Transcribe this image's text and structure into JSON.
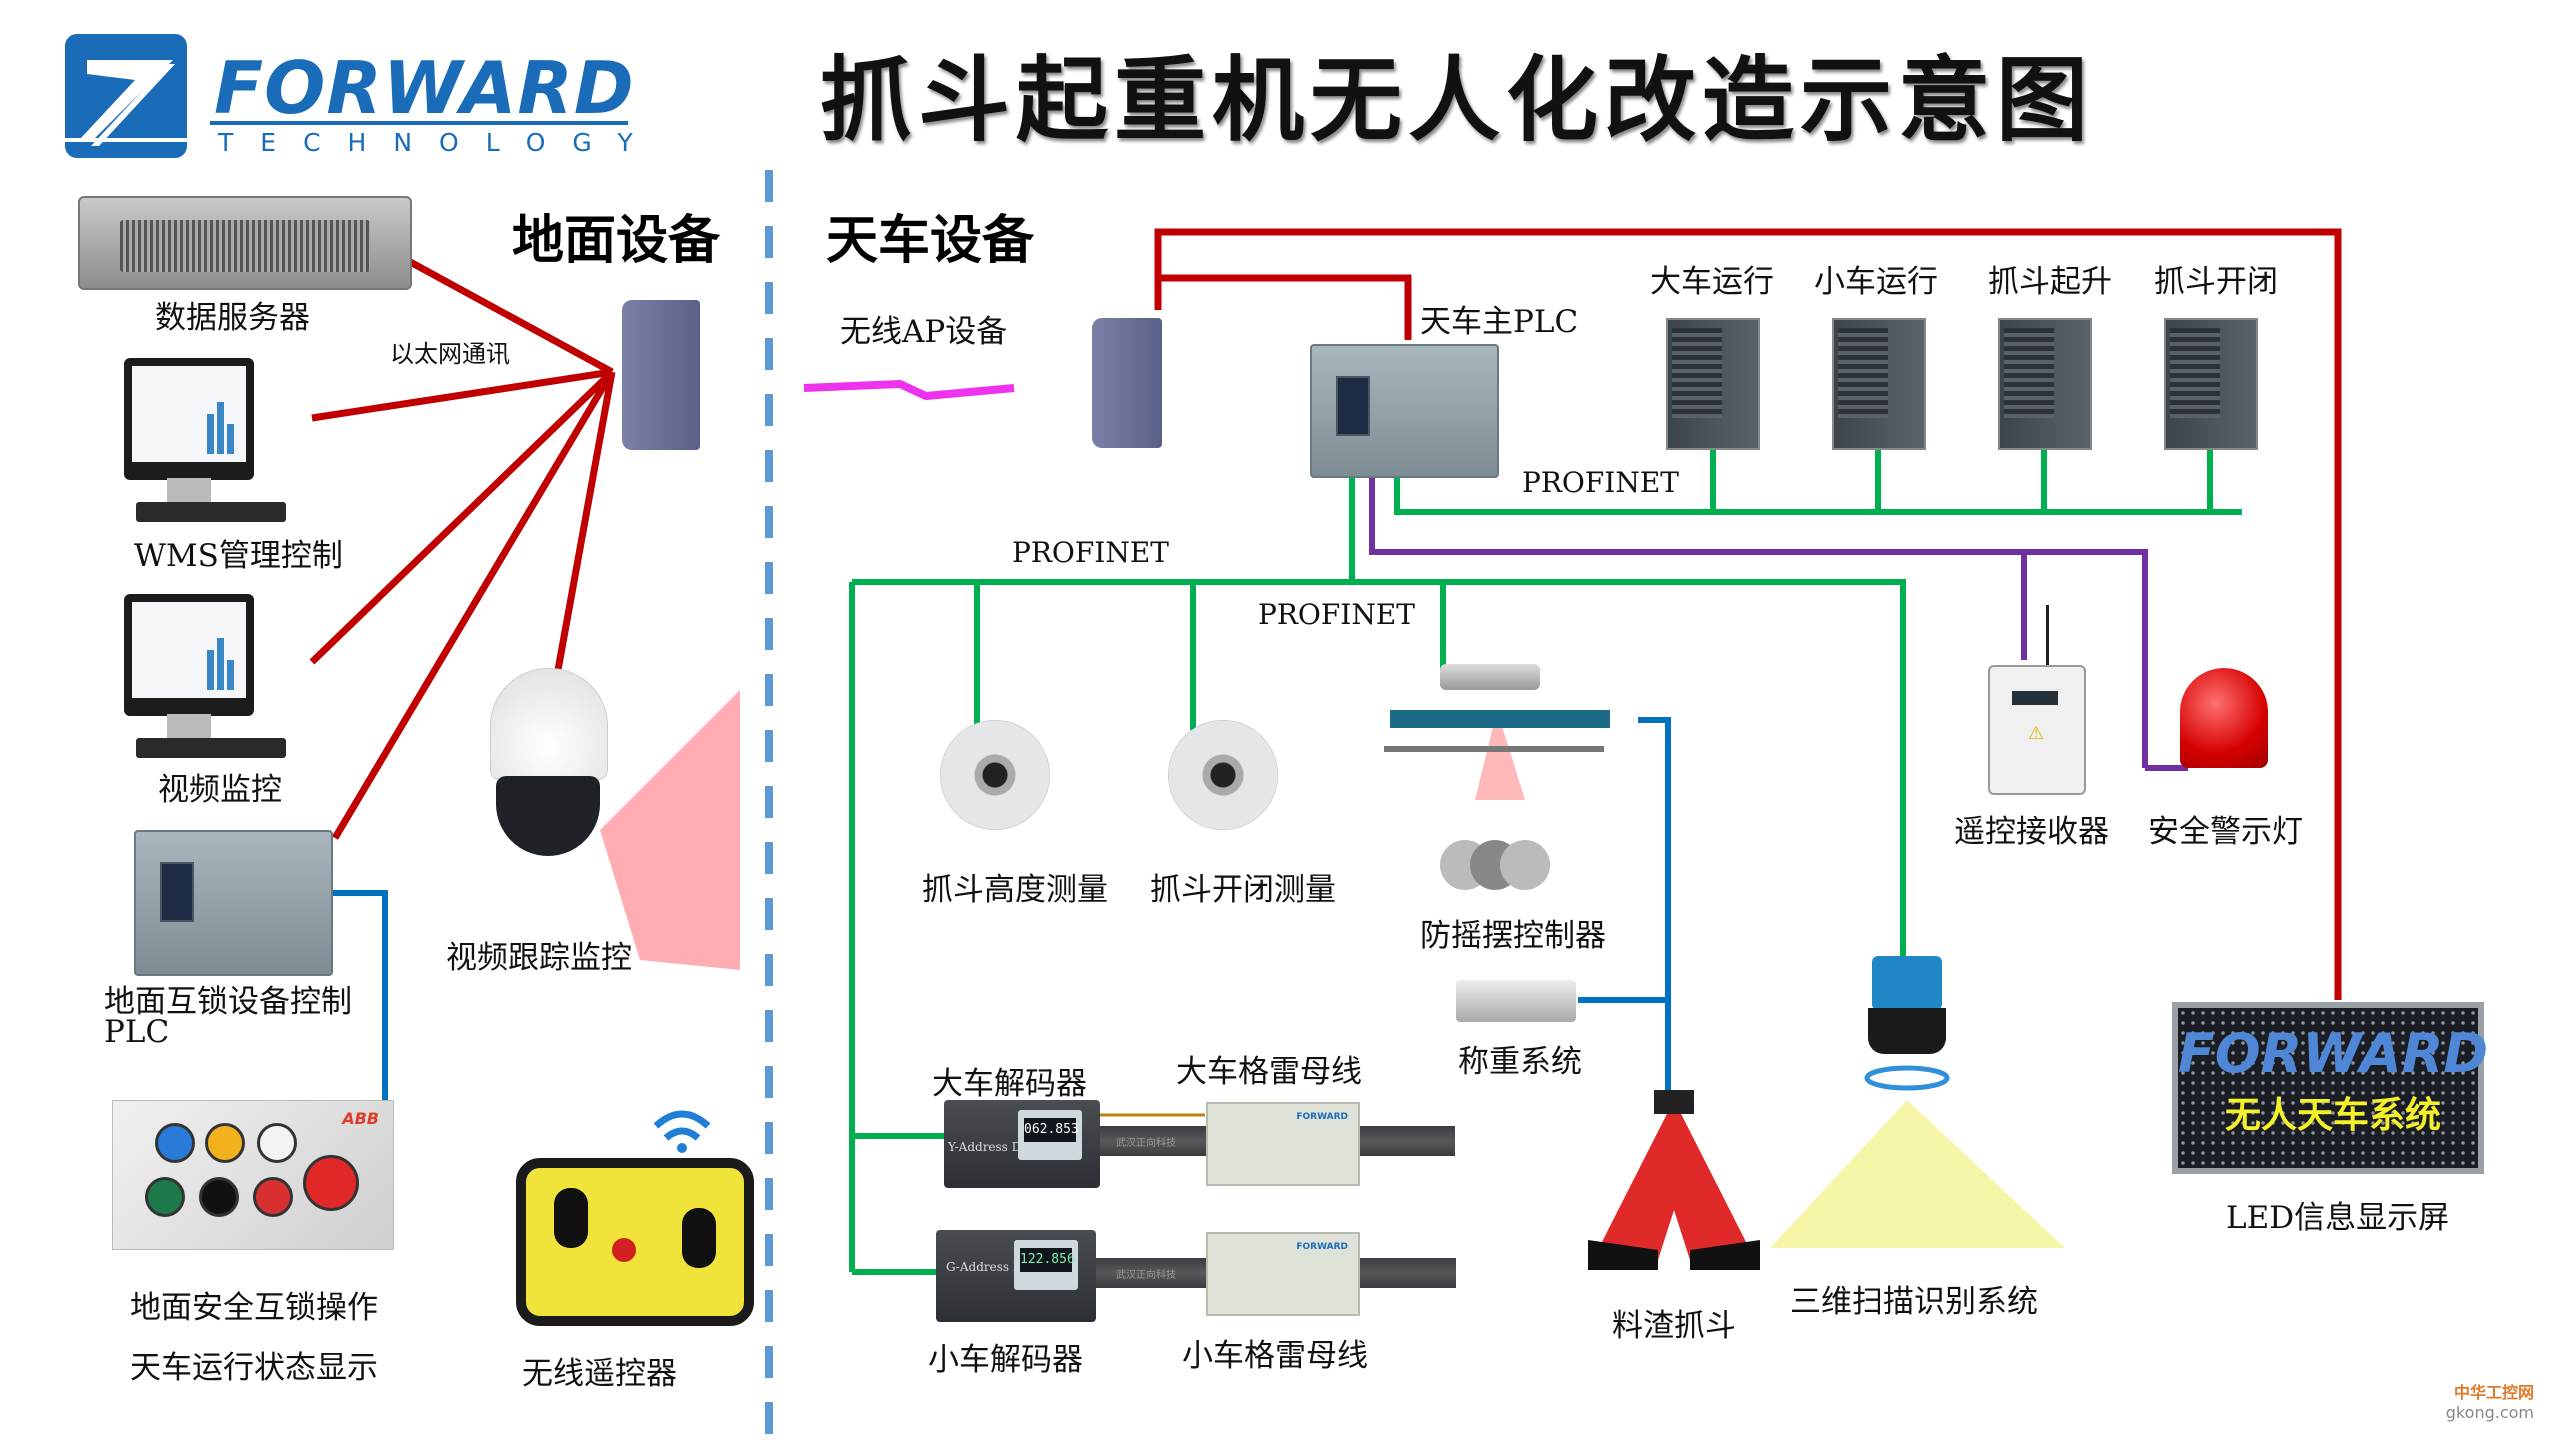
{
  "title": "抓斗起重机无人化改造示意图",
  "logo": {
    "brand": "FORWARD",
    "subtitle": "TECHNOLOGY"
  },
  "sections": {
    "ground": "地面设备",
    "crane": "天车设备"
  },
  "ground": {
    "data_server": "数据服务器",
    "ethernet_label": "以太网通讯",
    "wms": "WMS管理控制",
    "video_monitor": "视频监控",
    "ground_plc_line1": "地面互锁设备控制",
    "ground_plc_line2": "PLC",
    "video_tracking": "视频跟踪监控",
    "safety_panel_line1": "地面安全互锁操作",
    "safety_panel_line2": "天车运行状态显示",
    "safety_panel_brand": "ABB",
    "wireless_remote": "无线遥控器"
  },
  "crane": {
    "wireless_ap": "无线AP设备",
    "main_plc": "天车主PLC",
    "drives": [
      "大车运行",
      "小车运行",
      "抓斗起升",
      "抓斗开闭"
    ],
    "profinet_labels": [
      "PROFINET",
      "PROFINET",
      "PROFINET"
    ],
    "grab_height": "抓斗高度测量",
    "grab_open": "抓斗开闭测量",
    "anti_sway": "防摇摆控制器",
    "weighing": "称重系统",
    "grab": "料渣抓斗",
    "scanner_3d": "三维扫描识别系统",
    "remote_receiver": "遥控接收器",
    "warning_light": "安全警示灯",
    "led_screen": "LED信息显示屏",
    "led_brand": "FORWARD",
    "led_message": "无人天车系统",
    "bridge_decoder": "大车解码器",
    "bridge_decoder_model": "Y-Address Decoder",
    "bridge_decoder_reading": "062.853",
    "bridge_bus": "大车格雷母线",
    "trolley_decoder": "小车解码器",
    "trolley_decoder_model": "G-Address Decoder",
    "trolley_decoder_reading": "122.856",
    "trolley_bus": "小车格雷母线",
    "rail_marking": "武汉正向科技"
  },
  "colors": {
    "ethernet": "#c00000",
    "profinet": "#00b050",
    "signal": "#7030a0",
    "fieldbus": "#0070c0",
    "brand": "#1a6cb8",
    "divider": "#5b9bd5"
  },
  "watermark": {
    "cn": "中华工控网",
    "site": "gkong.com"
  }
}
